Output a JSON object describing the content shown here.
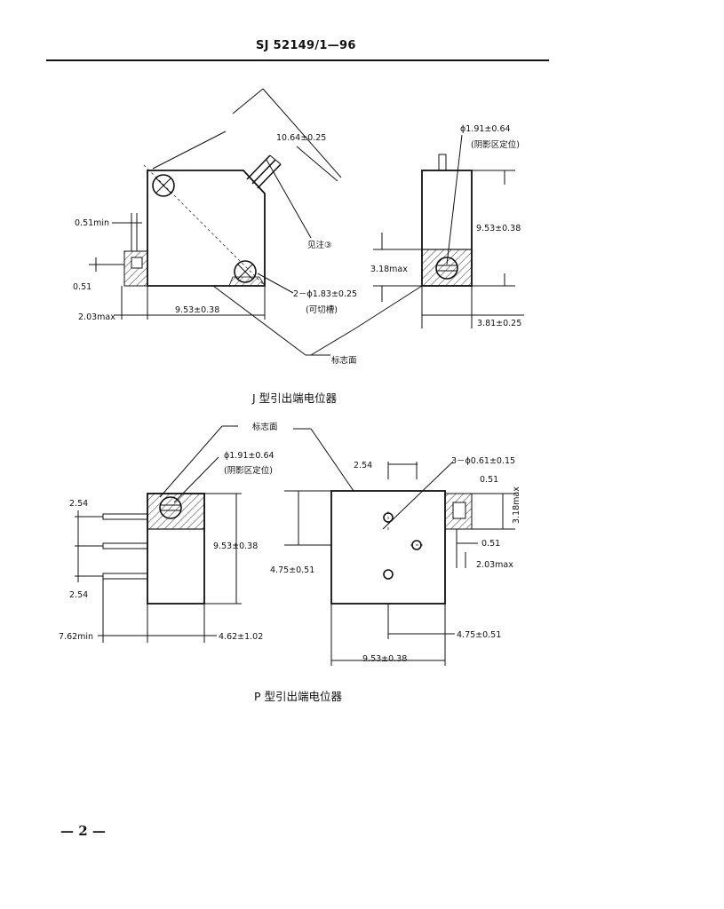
{
  "header": {
    "doc_number": "SJ 52149/1—96"
  },
  "figure_j": {
    "caption": "J 型引出端电位器",
    "dims": {
      "diag": "10.64±0.25",
      "hole_dia": "ϕ1.91±0.64",
      "hole_note": "(阴影区定位)",
      "see_note": "见注③",
      "min051": "0.51min",
      "d051": "0.51",
      "h953": "9.53±0.38",
      "h318": "3.18max",
      "mount_holes": "2－ϕ1.83±0.25",
      "mount_note": "(可切槽)",
      "max203": "2.03max",
      "w953": "9.53±0.38",
      "w381": "3.81±0.25",
      "mark_face": "标志面"
    }
  },
  "figure_p": {
    "caption": "P 型引出端电位器",
    "dims": {
      "mark_face": "标志面",
      "hole_dia": "ϕ1.91±0.64",
      "hole_note": "(阴影区定位)",
      "pitch_top": "2.54",
      "pitch_bottom": "2.54",
      "h953": "9.53±0.38",
      "min762": "7.62min",
      "d462": "4.62±1.02",
      "d254": "2.54",
      "pins": "3－ϕ0.61±0.15",
      "d051_top": "0.51",
      "h318": "3.18max",
      "d051_mid": "0.51",
      "max203": "2.03max",
      "h475": "4.75±0.51",
      "w475": "4.75±0.51",
      "w953": "9.53±0.38"
    }
  },
  "footer": {
    "page_number": "— 2 —"
  }
}
